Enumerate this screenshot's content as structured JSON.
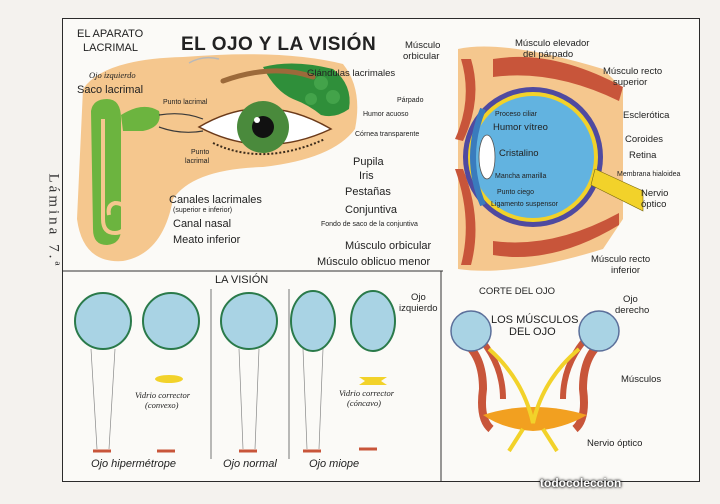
{
  "side_label": "Lámina 7.ª",
  "title": "EL OJO Y LA VISIÓN",
  "watermark": "todocoleccion",
  "colors": {
    "iris": "#4a8a3c",
    "gland": "#2f8f3a",
    "lacrimal": "#6cb43f",
    "skin": "#f5c78e",
    "lens": "#a9d3e4",
    "muscle": "#c8553a",
    "vitreous": "#62b3e0",
    "yellow": "#f2d22a"
  },
  "lacrimal": {
    "heading_line1": "EL APARATO",
    "heading_line2": "LACRIMAL",
    "subheading": "Ojo izquierdo",
    "labels": {
      "saco": "Saco lacrimal",
      "punto_sup": "Punto lacrimal",
      "punto_inf_1": "Punto",
      "punto_inf_2": "lacrimal",
      "glandulas": "Glándulas lacrimales",
      "canales": "Canales lacrimales",
      "canales_sub": "(superior e inferior)",
      "canal_nasal": "Canal nasal",
      "meato": "Meato inferior"
    }
  },
  "eye_labels": {
    "humor_acuoso": "Humor acuoso",
    "cornea": "Córnea transparente",
    "pupila": "Pupila",
    "iris": "Iris",
    "pestanas": "Pestañas",
    "conjuntiva": "Conjuntiva",
    "fondo_saco": "Fondo de saco de la conjuntiva"
  },
  "section": {
    "musculo_orbicular_top_1": "Músculo",
    "musculo_orbicular_top_2": "orbicular",
    "elevador_1": "Músculo elevador",
    "elevador_2": "del párpado",
    "recto_sup_1": "Músculo recto",
    "recto_sup_2": "superior",
    "parpado": "Párpado",
    "proceso_ciliar": "Proceso ciliar",
    "humor_vitreo": "Humor vítreo",
    "cristalino": "Cristalino",
    "mancha": "Mancha amarilla",
    "punto_ciego": "Punto ciego",
    "ligamento": "Ligamento suspensor",
    "esclerotica": "Esclerótica",
    "coroides": "Coroides",
    "retina": "Retina",
    "membrana": "Membrana hialoidea",
    "nervio_1": "Nervio",
    "nervio_2": "óptico",
    "orbicular_bottom": "Músculo orbicular",
    "oblicuo": "Músculo oblicuo menor",
    "recto_inf_1": "Músculo recto",
    "recto_inf_2": "inferior"
  },
  "vision": {
    "heading": "LA VISIÓN",
    "vidrio_convexo_1": "Vidrio corrector",
    "vidrio_convexo_2": "(convexo)",
    "vidrio_concavo_1": "Vidrio corrector",
    "vidrio_concavo_2": "(cóncavo)",
    "hipermetrope": "Ojo hipermétrope",
    "normal": "Ojo normal",
    "miope": "Ojo miope"
  },
  "muscles": {
    "corte_heading": "CORTE DEL OJO",
    "heading_line1": "LOS MÚSCULOS",
    "heading_line2": "DEL OJO",
    "ojo_izq_1": "Ojo",
    "ojo_izq_2": "izquierdo",
    "ojo_der_1": "Ojo",
    "ojo_der_2": "derecho",
    "musculos": "Músculos",
    "nervio_optico": "Nervio óptico"
  }
}
